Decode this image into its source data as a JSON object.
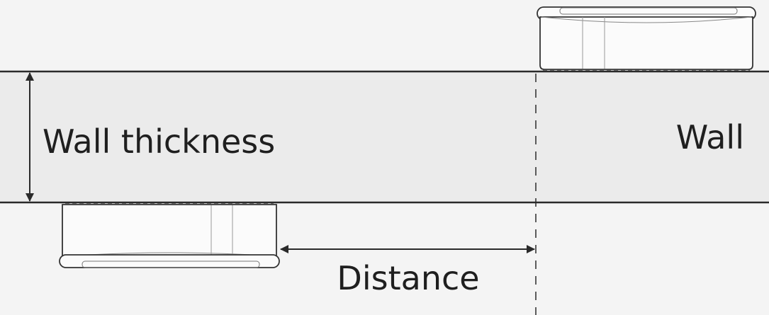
{
  "labels": {
    "wall_thickness": "Wall thickness",
    "wall": "Wall",
    "distance": "Distance"
  },
  "colors": {
    "background": "#f4f4f4",
    "wall_fill": "#ebebeb",
    "line": "#2a2a2a",
    "device_fill": "#fbfbfb",
    "device_stroke": "#333333",
    "text": "#1f1f1f"
  },
  "icons": {
    "top_device": "sensor-device-icon",
    "bottom_device": "sensor-device-icon"
  }
}
